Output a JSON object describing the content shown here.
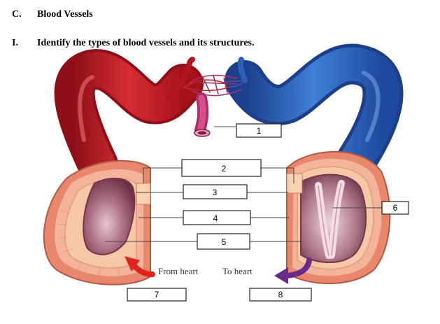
{
  "header": {
    "section_letter": "C.",
    "section_title": "Blood Vessels",
    "question_number": "I.",
    "question_text": "Identify the types of blood vessels and its structures."
  },
  "diagram": {
    "labels": [
      "1",
      "2",
      "3",
      "4",
      "5",
      "6",
      "7",
      "8"
    ],
    "captions": {
      "from_heart": "From heart",
      "to_heart": "To heart"
    },
    "colors": {
      "artery": "#c8202a",
      "vein": "#2b5fb8",
      "tissue": "#f2a491",
      "lumen": "#8a4a5e",
      "arrow_artery": "#e0241e",
      "arrow_vein": "#6a2a8a"
    }
  }
}
